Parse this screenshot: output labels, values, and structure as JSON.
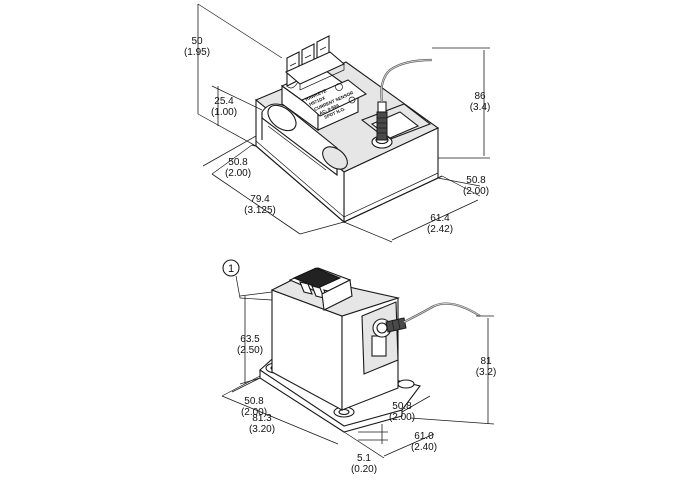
{
  "top_view": {
    "dimensions": [
      {
        "id": "height-overall",
        "mm": "50",
        "in": "(1.95)"
      },
      {
        "id": "height-base",
        "mm": "25.4",
        "in": "(1.00)"
      },
      {
        "id": "depth-base",
        "mm": "50.8",
        "in": "(2.00)"
      },
      {
        "id": "length-overall",
        "mm": "79.4",
        "in": "(3.125)"
      },
      {
        "id": "height-cable",
        "mm": "86",
        "in": "(3.4)"
      },
      {
        "id": "width-base",
        "mm": "50.8",
        "in": "(2.00)"
      },
      {
        "id": "width-overall",
        "mm": "61.4",
        "in": "(2.42)"
      }
    ],
    "label_lines": [
      "HAWKEYE",
      "H971DX",
      "CURRENT SENSOR",
      "AC: 0-50A",
      "SPDT N.O."
    ]
  },
  "bottom_view": {
    "callout": "1",
    "dimensions": [
      {
        "id": "height-body",
        "mm": "63.5",
        "in": "(2.50)"
      },
      {
        "id": "height-cable",
        "mm": "81",
        "in": "(3.2)"
      },
      {
        "id": "depth-mount",
        "mm": "50.8",
        "in": "(2.00)"
      },
      {
        "id": "length-overall",
        "mm": "81.3",
        "in": "(3.20)"
      },
      {
        "id": "width-mount",
        "mm": "50.8",
        "in": "(2.00)"
      },
      {
        "id": "width-overall",
        "mm": "61.0",
        "in": "(2.40)"
      },
      {
        "id": "foot-thickness",
        "mm": "5.1",
        "in": "(0.20)"
      }
    ]
  }
}
